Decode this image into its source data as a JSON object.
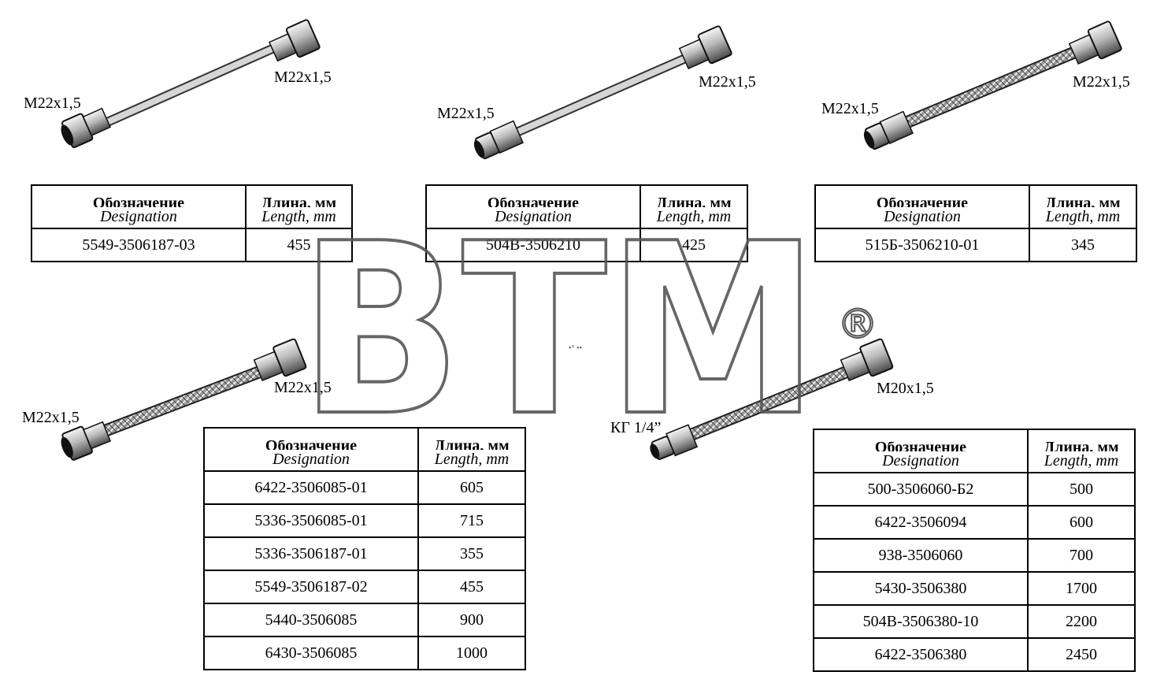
{
  "labels": {
    "a_right": "M22x1,5",
    "a_left": "M22x1,5",
    "b_left": "M22x1,5",
    "b_right": "M22x1,5",
    "c_left": "M22x1,5",
    "c_right": "M22x1,5",
    "d_right": "M22x1,5",
    "d_left": "M22x1,5",
    "e_right": "M20x1,5",
    "e_left": "КГ 1/4”"
  },
  "table_header": {
    "designation_ru": "Обозначение",
    "designation_en": "Designation",
    "length_ru": "Длина, мм",
    "length_en": "Length, mm"
  },
  "tables": {
    "t1": [
      [
        "5549-3506187-03",
        "455"
      ]
    ],
    "t2": [
      [
        "504В-3506210",
        "425"
      ]
    ],
    "t3": [
      [
        "515Б-3506210-01",
        "345"
      ]
    ],
    "t4": [
      [
        "6422-3506085-01",
        "605"
      ],
      [
        "5336-3506085-01",
        "715"
      ],
      [
        "5336-3506187-01",
        "355"
      ],
      [
        "5549-3506187-02",
        "455"
      ],
      [
        "5440-3506085",
        "900"
      ],
      [
        "6430-3506085",
        "1000"
      ]
    ],
    "t5": [
      [
        "500-3506060-Б2",
        "500"
      ],
      [
        "6422-3506094",
        "600"
      ],
      [
        "938-3506060",
        "700"
      ],
      [
        "5430-3506380",
        "1700"
      ],
      [
        "504В-3506380-10",
        "2200"
      ],
      [
        "6422-3506380",
        "2450"
      ]
    ]
  },
  "watermark": {
    "text": "BTM",
    "mark": "®",
    "color": "#555555"
  }
}
